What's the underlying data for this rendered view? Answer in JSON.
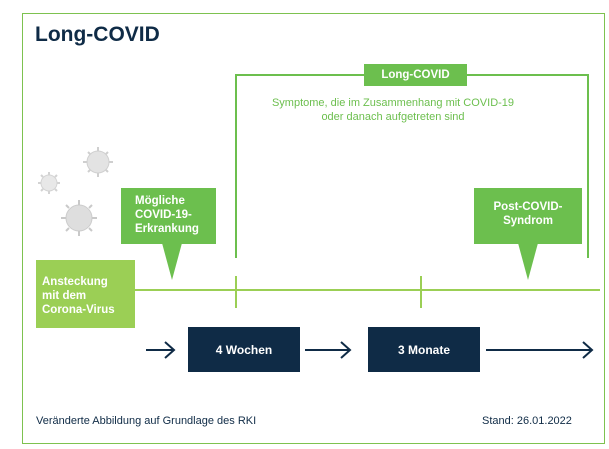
{
  "title": "Long-COVID",
  "long_covid_label": "Long-COVID",
  "symptoms_line1": "Symptome, die im Zusammenhang mit COVID-19",
  "symptoms_line2": "oder danach aufgetreten sind",
  "possible_infection": [
    "Mögliche",
    "COVID-19-",
    "Erkrankung"
  ],
  "post_covid": [
    "Post-COVID-",
    "Syndrom"
  ],
  "infection": [
    "Ansteckung",
    "mit dem",
    "Corona-Virus"
  ],
  "weeks_label": "4 Wochen",
  "months_label": "3 Monate",
  "footer_left": "Veränderte Abbildung auf Grundlage des RKI",
  "footer_right": "Stand: 26.01.2022",
  "colors": {
    "green": "#6cbf4e",
    "lime": "#9bcf55",
    "navy": "#0f2b46"
  },
  "icons": [
    "virus-icon",
    "virus-icon",
    "virus-icon",
    "arrow-right-icon"
  ]
}
